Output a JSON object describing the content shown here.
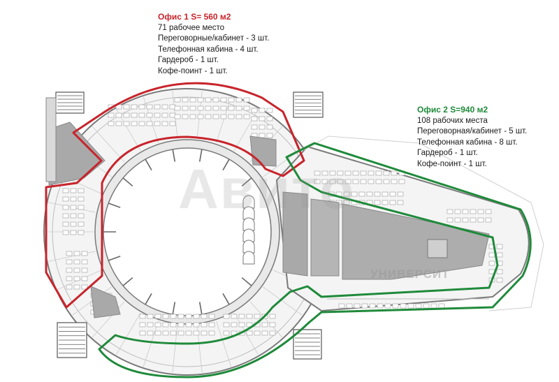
{
  "office_1": {
    "title": "Офис 1 S= 560 м2",
    "color": "#c8242b",
    "lines": [
      "71 рабочее место",
      "Переговорные/кабинет - 3 шт.",
      "Телефонная кабина - 4 шт.",
      "Гардероб - 1 шт.",
      "Кофе-поинт - 1 шт."
    ]
  },
  "office_2": {
    "title": "Офис 2 S=940 м2",
    "color": "#1f8a3a",
    "lines": [
      "108 рабочих места",
      "Переговорная/кабинет - 5 шт.",
      "Телефонная кабина - 8 шт.",
      "Гардероб - 1 шт.",
      "Кофе-поинт - 1 шт."
    ]
  },
  "watermarks": {
    "main": "Авито",
    "secondary": "УНИВЕРСИТ"
  },
  "colors": {
    "walls": "#7a7a7a",
    "stairs": "#555555",
    "core_fill": "#a9a9a9",
    "atrium_fill": "#ffffff"
  }
}
